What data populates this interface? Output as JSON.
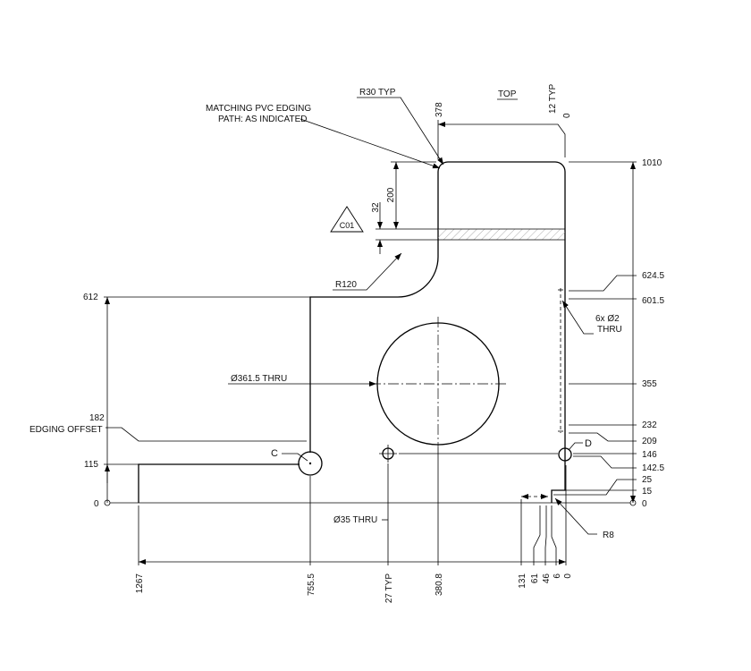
{
  "drawing": {
    "view_label": "TOP",
    "notes": {
      "r30_typ": "R30 TYP",
      "edging_path_line1": "MATCHING PVC EDGING",
      "edging_path_line2": "PATH: AS INDICATED",
      "section_marker": "C01",
      "r120": "R120",
      "edging_offset": "EDGING OFFSET",
      "large_hole": "Ø361.5 THRU",
      "small_hole": "Ø35 THRU",
      "pin_holes_line1": "6x Ø2",
      "pin_holes_line2": "THRU",
      "r8": "R8",
      "point_c": "C",
      "point_d": "D"
    },
    "top_dims": {
      "width": "378",
      "typ": "12 TYP",
      "zero": "0"
    },
    "inner_dims": {
      "d200": "200",
      "d32": "32"
    },
    "left_dims": {
      "d612": "612",
      "d182": "182",
      "d115": "115",
      "zero": "0"
    },
    "right_dims": [
      "1010",
      "624.5",
      "601.5",
      "355",
      "232",
      "209",
      "146",
      "142.5",
      "25",
      "15",
      "0"
    ],
    "bottom_dims": [
      "1267",
      "755.5",
      "27 TYP",
      "380.8",
      "131",
      "61",
      "46",
      "6",
      "0"
    ]
  }
}
